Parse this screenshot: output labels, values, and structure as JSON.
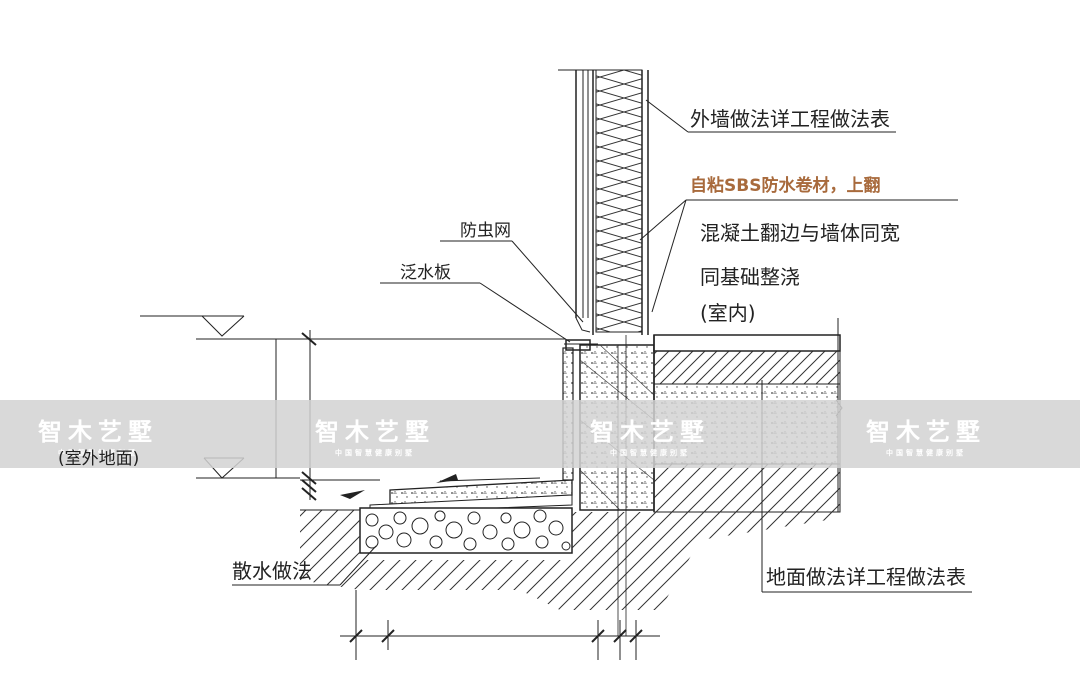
{
  "colors": {
    "line": "#222222",
    "highlight_label": "#a86a3c",
    "watermark_band": "#d2d2d2",
    "watermark_text": "#ffffff"
  },
  "labels": {
    "exterior_wall": "外墙做法详工程做法表",
    "sbs_membrane": "自粘SBS防水卷材，上翻",
    "concrete_edge": "混凝土翻边与墙体同宽",
    "same_foundation": "同基础整浇",
    "indoor": "(室内)",
    "insect_screen": "防虫网",
    "flashing": "泛水板",
    "outdoor_ground": "(室外地面)",
    "apron": "散水做法",
    "floor": "地面做法详工程做法表"
  },
  "watermark": {
    "brand": "智木艺墅",
    "tagline": "中国智慧健康别墅"
  }
}
